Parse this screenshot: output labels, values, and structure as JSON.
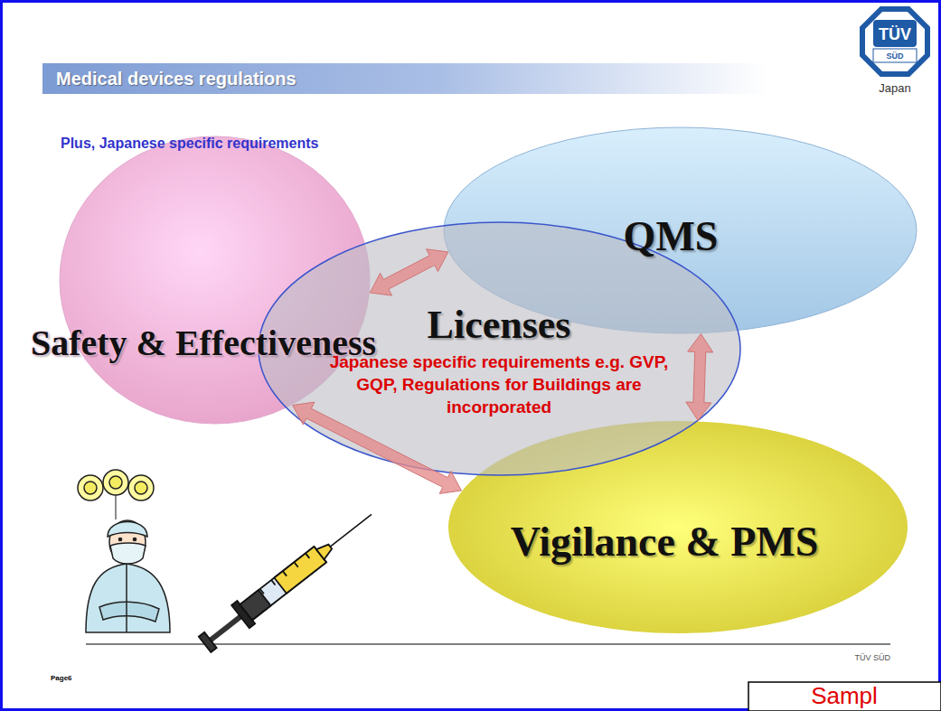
{
  "diagram": {
    "title": "Medical devices regulations",
    "nodes": [
      {
        "text": [
          "QMS"
        ]
      },
      {
        "text": [
          "Safety & Effectiveness"
        ]
      },
      {
        "text": [
          "Licenses",
          "Japanese specific requirements e.g. GVP, GQP, Regulations for Buildings are incorporated"
        ]
      },
      {
        "text": [
          "Vigilance & PMS"
        ]
      }
    ],
    "edges": [
      {
        "from": 1,
        "to": 0,
        "arrow": "both"
      },
      {
        "from": 0,
        "to": 3,
        "arrow": "both"
      },
      {
        "from": 1,
        "to": 3,
        "arrow": "both"
      }
    ],
    "labels": [
      "TÜV",
      "SÜD",
      "Japan",
      "Plus, Japanese specific requirements",
      "TÜV SÜD",
      "Page6",
      "Sampl"
    ]
  }
}
